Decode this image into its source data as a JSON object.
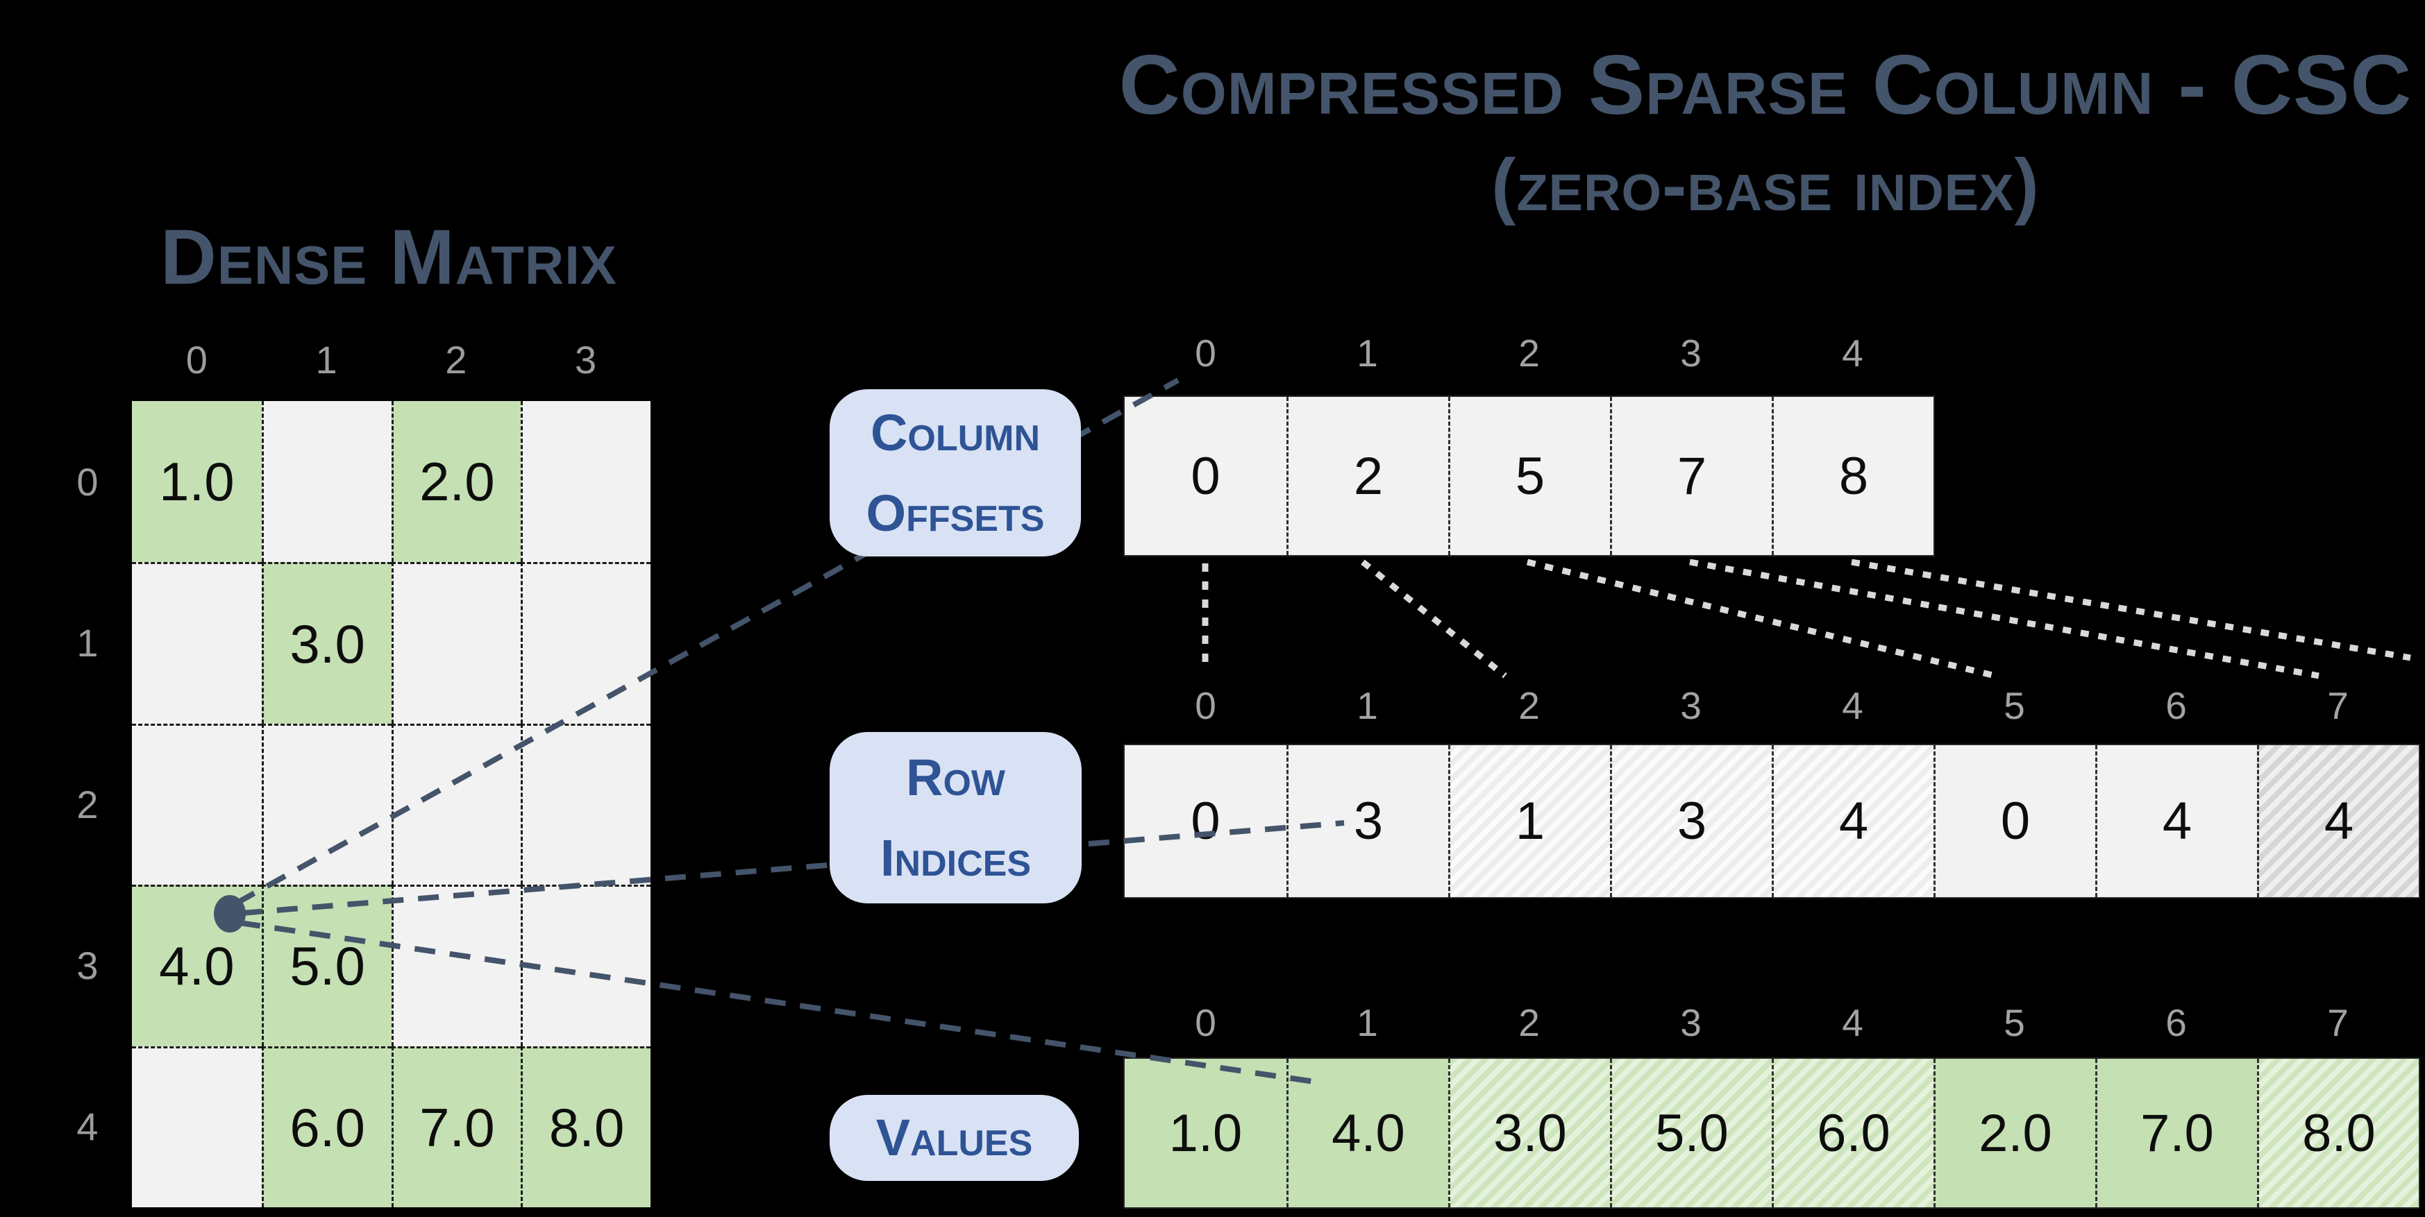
{
  "titles": {
    "dense": "Dense Matrix",
    "csc_line1": "Compressed Sparse Column - CSC",
    "csc_line2": "(zero-base index)"
  },
  "dense_matrix": {
    "col_labels": [
      "0",
      "1",
      "2",
      "3"
    ],
    "row_labels": [
      "0",
      "1",
      "2",
      "3",
      "4"
    ],
    "cells": [
      [
        "1.0",
        "",
        "2.0",
        ""
      ],
      [
        "",
        "3.0",
        "",
        ""
      ],
      [
        "",
        "",
        "",
        ""
      ],
      [
        "4.0",
        "5.0",
        "",
        ""
      ],
      [
        "",
        "6.0",
        "7.0",
        "8.0"
      ]
    ]
  },
  "arrays": {
    "column_offsets": {
      "label": [
        "Column",
        "Offsets"
      ],
      "indices": [
        "0",
        "1",
        "2",
        "3",
        "4"
      ],
      "cells": [
        {
          "v": "0"
        },
        {
          "v": "2"
        },
        {
          "v": "5"
        },
        {
          "v": "7"
        },
        {
          "v": "8"
        }
      ]
    },
    "row_indices": {
      "label": [
        "Row",
        "Indices"
      ],
      "indices": [
        "0",
        "1",
        "2",
        "3",
        "4",
        "5",
        "6",
        "7"
      ],
      "cells": [
        {
          "v": "0"
        },
        {
          "v": "3"
        },
        {
          "v": "1",
          "h": "gray"
        },
        {
          "v": "3",
          "h": "gray"
        },
        {
          "v": "4",
          "h": "gray"
        },
        {
          "v": "0"
        },
        {
          "v": "4"
        },
        {
          "v": "4",
          "h": "gray-dark"
        }
      ]
    },
    "values": {
      "label": [
        "Values"
      ],
      "indices": [
        "0",
        "1",
        "2",
        "3",
        "4",
        "5",
        "6",
        "7"
      ],
      "cells": [
        {
          "v": "1.0",
          "g": true
        },
        {
          "v": "4.0",
          "g": true
        },
        {
          "v": "3.0",
          "h": "green"
        },
        {
          "v": "5.0",
          "h": "green"
        },
        {
          "v": "6.0",
          "h": "green"
        },
        {
          "v": "2.0",
          "g": true
        },
        {
          "v": "7.0",
          "g": true
        },
        {
          "v": "8.0",
          "h": "green"
        }
      ]
    }
  },
  "colors": {
    "background": "#000000",
    "title_text": "#44546a",
    "label_box_bg": "#d9e2f4",
    "label_box_text": "#2e5496",
    "nonzero_green": "#c5e0b3",
    "empty_gray": "#f2f2f2",
    "index_label_gray": "#a3a3a3",
    "pointer_line_dark": "#44546a",
    "offset_connector_gray": "#d9d9d9"
  }
}
